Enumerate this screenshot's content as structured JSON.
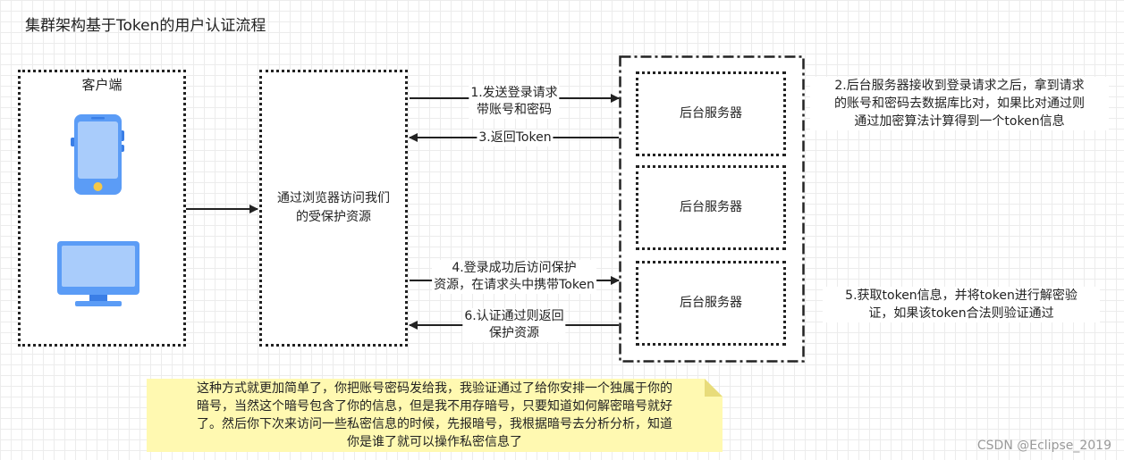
{
  "title": "集群架构基于Token的用户认证流程",
  "client": {
    "label": "客户端",
    "phone_icon": "smartphone-icon",
    "monitor_icon": "monitor-icon"
  },
  "browser_box": {
    "text": "通过浏览器访问我们的受保护资源"
  },
  "servers": [
    {
      "label": "后台服务器"
    },
    {
      "label": "后台服务器"
    },
    {
      "label": "后台服务器"
    }
  ],
  "edges": {
    "e1": "1.发送登录请求\n带账号和密码",
    "e3": "3.返回Token",
    "e4": "4.登录成功后访问保护\n资源，在请求头中携带Token",
    "e6": "6.认证通过则返回\n保护资源"
  },
  "notes": {
    "n2": "2.后台服务器接收到登录请求之后，拿到请求\n的账号和密码去数据库比对，如果比对通过则\n通过加密算法计算得到一个token信息",
    "n5": "5.获取token信息，并将token进行解密验\n证，如果该token合法则验证通过"
  },
  "sticky": "这种方式就更加简单了，你把账号密码发给我，我验证通过了给你安排一个独属于你的\n暗号，当然这个暗号包含了你的信息，但是我不用存暗号，只要知道如何解密暗号就好\n了。然后你下次来访问一些私密信息的时候，先报暗号，我根据暗号去分析分析，知道\n你是谁了就可以操作私密信息了",
  "watermark": "CSDN @Eclipse_2019",
  "colors": {
    "sticky_fill": "#fff9b1",
    "icon_blue": "#5b9cf6",
    "icon_dark": "#3a7ee6",
    "icon_yellow": "#f7c846"
  }
}
